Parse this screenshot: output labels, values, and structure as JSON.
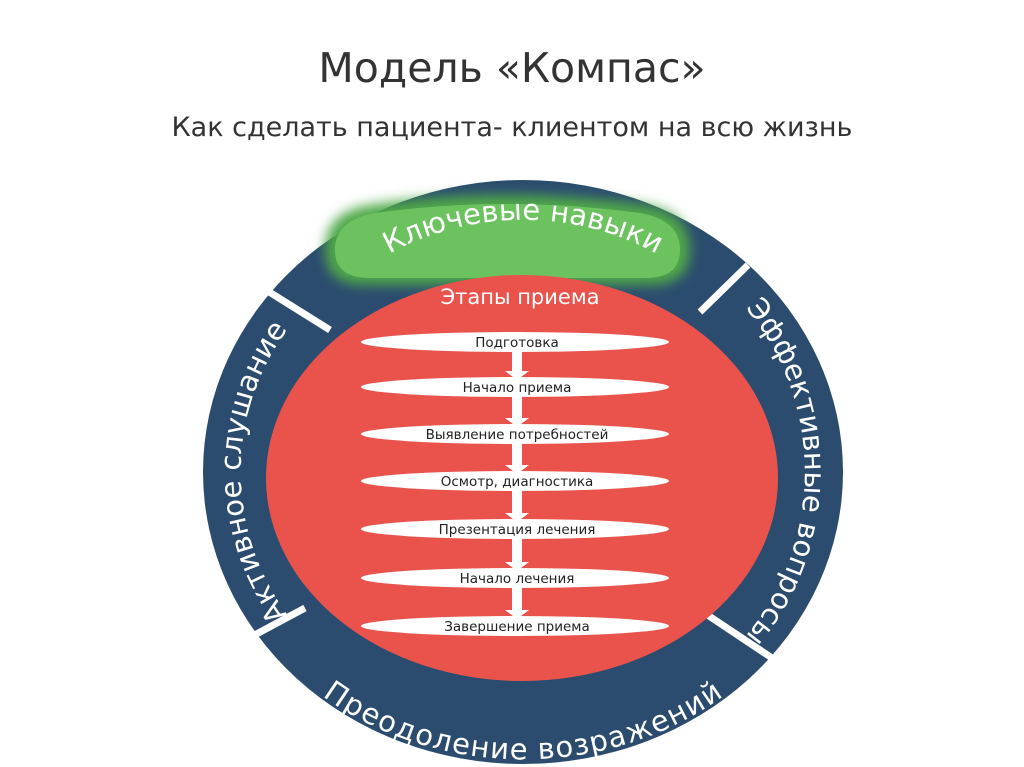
{
  "slide": {
    "title": "Модель «Компас»",
    "subtitle": "Как сделать пациента- клиентом на всю жизнь"
  },
  "diagram": {
    "outer_ring": {
      "top": "Ключевые навыки",
      "left": "Активное слушание",
      "right": "Эффективные вопросы",
      "bottom": "Преодоление возражений"
    },
    "inner_title": "Этапы приема",
    "stages": [
      "Подготовка",
      "Начало приема",
      "Выявление потребностей",
      "Осмотр, диагностика",
      "Презентация лечения",
      "Начало лечения",
      "Завершение приема"
    ],
    "colors": {
      "ring": "#2b4c6f",
      "inner": "#e9534c",
      "highlight": "#5cb85c",
      "stage": "#ffffff"
    }
  }
}
